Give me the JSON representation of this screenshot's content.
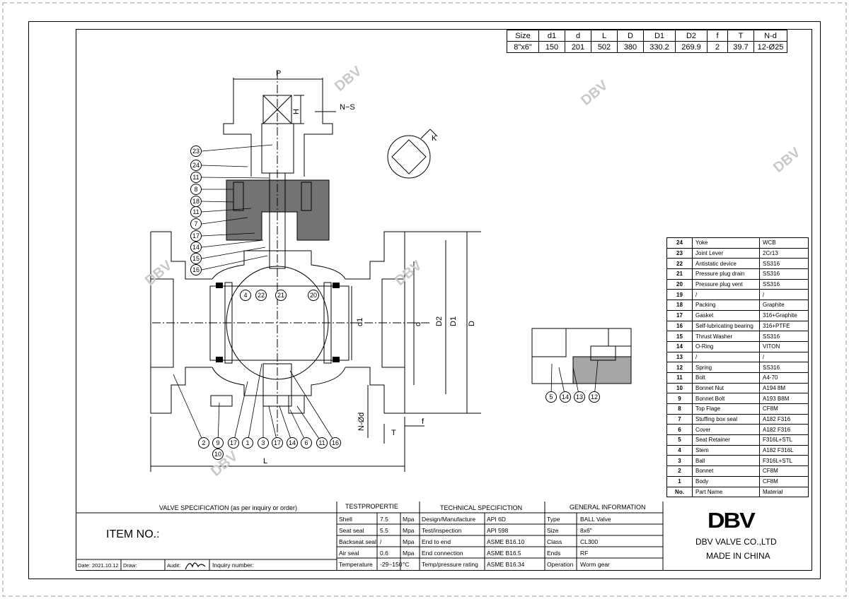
{
  "dimensions_table": {
    "headers": [
      "Size",
      "d1",
      "d",
      "L",
      "D",
      "D1",
      "D2",
      "f",
      "T",
      "N-d"
    ],
    "values": [
      "8\"x6\"",
      "150",
      "201",
      "502",
      "380",
      "330.2",
      "269.9",
      "2",
      "39.7",
      "12-Ø25"
    ]
  },
  "parts": [
    {
      "no": "24",
      "name": "Yoke",
      "material": "WCB"
    },
    {
      "no": "23",
      "name": "Joint Lever",
      "material": "2Cr13"
    },
    {
      "no": "22",
      "name": "Antistatic device",
      "material": "SS316"
    },
    {
      "no": "21",
      "name": "Pressure plug drain",
      "material": "SS316"
    },
    {
      "no": "20",
      "name": "Pressure plug vent",
      "material": "SS316"
    },
    {
      "no": "19",
      "name": "/",
      "material": "/"
    },
    {
      "no": "18",
      "name": "Packing",
      "material": "Graphite"
    },
    {
      "no": "17",
      "name": "Gasket",
      "material": "316+Graphite"
    },
    {
      "no": "16",
      "name": "Self-lubricating bearing",
      "material": "316+PTFE"
    },
    {
      "no": "15",
      "name": "Thrust Washer",
      "material": "SS316"
    },
    {
      "no": "14",
      "name": "O-Ring",
      "material": "VITON"
    },
    {
      "no": "13",
      "name": "/",
      "material": "/"
    },
    {
      "no": "12",
      "name": "Spring",
      "material": "SS316"
    },
    {
      "no": "11",
      "name": "Bolt",
      "material": "A4-70"
    },
    {
      "no": "10",
      "name": "Bonnet Nut",
      "material": "A194 8M"
    },
    {
      "no": "9",
      "name": "Bonnet Bolt",
      "material": "A193 B8M"
    },
    {
      "no": "8",
      "name": "Top Flage",
      "material": "CF8M"
    },
    {
      "no": "7",
      "name": "Stuffing box seal",
      "material": "A182 F316"
    },
    {
      "no": "6",
      "name": "Cover",
      "material": "A182 F316"
    },
    {
      "no": "5",
      "name": "Seat Retainer",
      "material": "F316L+STL"
    },
    {
      "no": "4",
      "name": "Stem",
      "material": "A182 F316L"
    },
    {
      "no": "3",
      "name": "Ball",
      "material": "F316L+STL"
    },
    {
      "no": "2",
      "name": "Bonnet",
      "material": "CF8M"
    },
    {
      "no": "1",
      "name": "Body",
      "material": "CF8M"
    },
    {
      "no": "No.",
      "name": "Part Name",
      "material": "Material"
    }
  ],
  "drawing_labels": {
    "P": "P",
    "H": "H",
    "NS": "N−S",
    "K": "K",
    "d1": "d1",
    "d": "d",
    "D2": "D2",
    "D1": "D1",
    "D": "D",
    "Nd": "N-Ød",
    "T": "T",
    "f": "f",
    "L": "L"
  },
  "balloons_left": [
    "23",
    "24",
    "11",
    "8",
    "18",
    "11",
    "7",
    "17",
    "14",
    "15",
    "16"
  ],
  "balloons_center": [
    "4",
    "22",
    "21",
    "20"
  ],
  "balloons_bottom": [
    "2",
    "9",
    "10",
    "17",
    "1",
    "3",
    "17",
    "14",
    "6",
    "11",
    "16"
  ],
  "balloons_detail": [
    "5",
    "14",
    "13",
    "12"
  ],
  "watermark": "DBV",
  "spec": {
    "valve_spec_title": "VALVE SPECIFICATION (as per inquiry or order)",
    "item_no": "ITEM NO.:",
    "date": "Date: 2021.10.12",
    "draw": "Draw:",
    "audit": "Audit:",
    "inquiry": "Inquiry number:",
    "test_title": "TESTPROPERTIE",
    "test_rows": [
      {
        "label": "Shell",
        "value": "7.5",
        "unit": "Mpa"
      },
      {
        "label": "Seat seal",
        "value": "5.5",
        "unit": "Mpa"
      },
      {
        "label": "Backseat seal",
        "value": "/",
        "unit": "Mpa"
      },
      {
        "label": "Air seal",
        "value": "0.6",
        "unit": "Mpa"
      },
      {
        "label": "Temperature",
        "value": "-29~150",
        "unit": "°C"
      }
    ],
    "tech_title": "TECHNICAL SPECIFICTION",
    "tech_rows": [
      {
        "label": "Design/Manufacture",
        "value": "API 6D"
      },
      {
        "label": "Test/inspection",
        "value": "API 598"
      },
      {
        "label": "End to end",
        "value": "ASME B16.10"
      },
      {
        "label": "End connection",
        "value": "ASME B16.5"
      },
      {
        "label": "Temp/pressure rating",
        "value": "ASME B16.34"
      }
    ],
    "general_title": "GENERAL INFORMATION",
    "general_rows": [
      {
        "label": "Type",
        "value": "BALL Valve"
      },
      {
        "label": "Size",
        "value": "8x6\""
      },
      {
        "label": "Class",
        "value": "CL300"
      },
      {
        "label": "Ends",
        "value": "RF"
      },
      {
        "label": "Operation",
        "value": "Worm gear"
      }
    ]
  },
  "company": {
    "logo": "DBV",
    "name": "DBV VALVE CO.,LTD",
    "origin": "MADE IN CHINA"
  }
}
